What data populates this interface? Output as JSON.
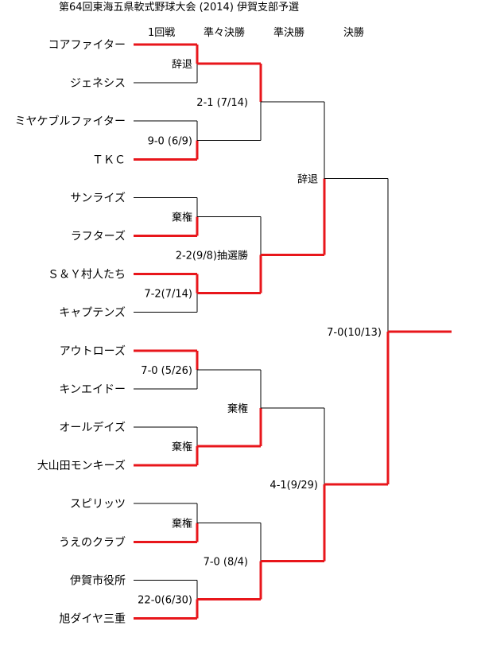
{
  "title": "第64回東海五県軟式野球大会 (2014) 伊賀支部予選",
  "rounds": [
    "1回戦",
    "準々決勝",
    "準決勝",
    "決勝"
  ],
  "teams": [
    "コアファイター",
    "ジェネシス",
    "ミヤケブルファイター",
    "ＴＫＣ",
    "サンライズ",
    "ラフターズ",
    "Ｓ＆Ｙ村人たち",
    "キャプテンズ",
    "アウトローズ",
    "キンエイドー",
    "オールデイズ",
    "大山田モンキーズ",
    "スピリッツ",
    "うえのクラブ",
    "伊賀市役所",
    "旭ダイヤ三重"
  ],
  "matches": {
    "r1": [
      {
        "result": "辞退",
        "winner": 0
      },
      {
        "result": "9-0 (6/9)",
        "winner": 1
      },
      {
        "result": "棄権",
        "winner": 1
      },
      {
        "result": "7-2(7/14)",
        "winner": 0
      },
      {
        "result": "7-0 (5/26)",
        "winner": 0
      },
      {
        "result": "棄権",
        "winner": 1
      },
      {
        "result": "棄権",
        "winner": 1
      },
      {
        "result": "22-0(6/30)",
        "winner": 1
      }
    ],
    "qf": [
      {
        "result": "2-1 (7/14)",
        "winner": 0
      },
      {
        "result": "2-2(9/8)抽選勝",
        "winner": 1
      },
      {
        "result": "棄権",
        "winner": 1
      },
      {
        "result": "7-0 (8/4)",
        "winner": 1
      }
    ],
    "sf": [
      {
        "result": "辞退",
        "winner": 1
      },
      {
        "result": "4-1(9/29)",
        "winner": 1
      }
    ],
    "final": [
      {
        "result": "7-0(10/13)",
        "winner": 1
      }
    ]
  },
  "colors": {
    "winner_line": "#e8161b",
    "loser_line": "#000000"
  }
}
